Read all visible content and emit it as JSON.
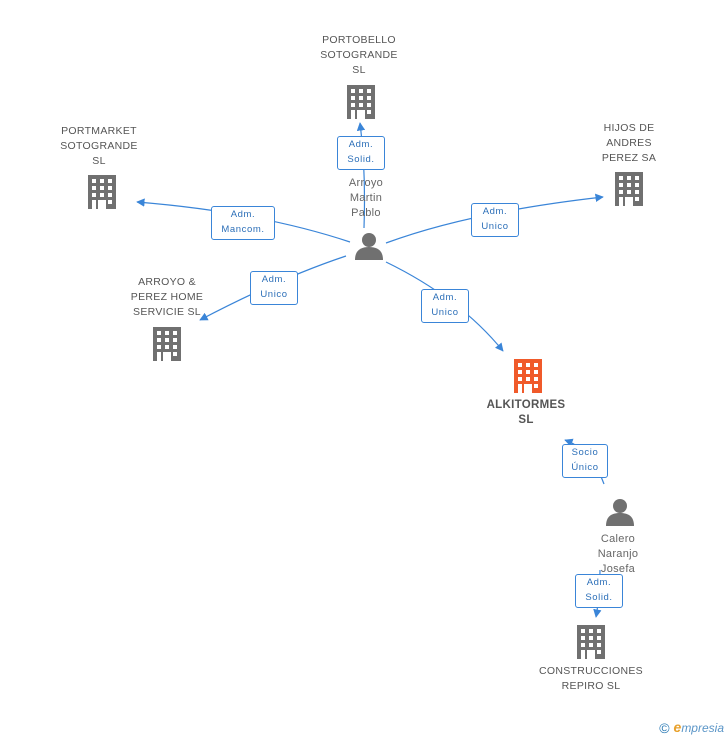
{
  "nodes": {
    "portobello": {
      "label": "PORTOBELLO\nSOTOGRANDE\nSL",
      "color": "#707070"
    },
    "portmarket": {
      "label": "PORTMARKET\nSOTOGRANDE\nSL",
      "color": "#707070"
    },
    "hijos": {
      "label": "HIJOS DE\nANDRES\nPEREZ SA",
      "color": "#707070"
    },
    "arroyo_perez": {
      "label": "ARROYO &\nPEREZ HOME\nSERVICIE SL",
      "color": "#707070"
    },
    "alkitormes": {
      "label": "ALKITORMES\nSL",
      "color": "#f05a2a"
    },
    "construcciones": {
      "label": "CONSTRUCCIONES\nREPIRO SL",
      "color": "#707070"
    },
    "arroyo_person": {
      "label": "Arroyo\nMartin\nPablo",
      "color": "#707070"
    },
    "calero_person": {
      "label": "Calero\nNaranjo\nJosefa",
      "color": "#707070"
    }
  },
  "edges": {
    "to_portobello": "Adm.\nSolid.",
    "to_portmarket": "Adm.\nMancom.",
    "to_hijos": "Adm.\nUnico",
    "to_arroyo_perez": "Adm.\nUnico",
    "to_alkitormes": "Adm.\nUnico",
    "calero_to_alkitormes": "Socio\nÚnico",
    "calero_to_construcciones": "Adm.\nSolid."
  },
  "colors": {
    "edge": "#3a85d8",
    "focus": "#f05a2a",
    "neutral": "#707070"
  },
  "footer": {
    "copyright": "©",
    "brand_initial": "e",
    "brand_rest": "mpresia"
  }
}
